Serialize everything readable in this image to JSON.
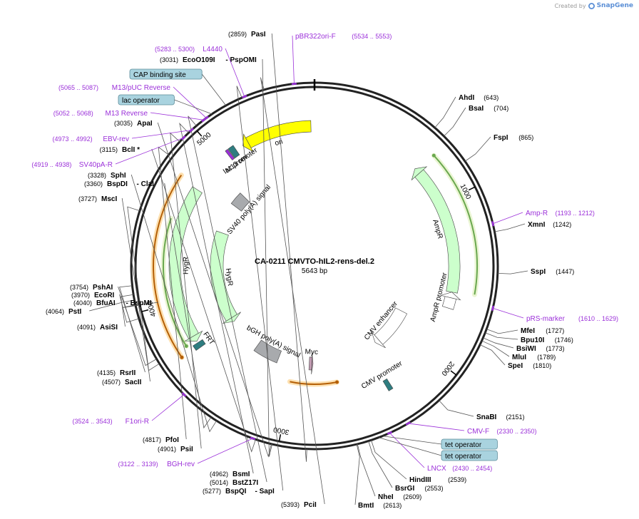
{
  "credit": {
    "text": "Created by",
    "brand": "SnapGene"
  },
  "plasmid": {
    "name": "CA-0211 CMVTO-hIL2-rens-del.2",
    "length_label": "5643 bp",
    "length": 5643
  },
  "ticks": [
    {
      "pos": 1000,
      "label": "1000"
    },
    {
      "pos": 2000,
      "label": "2000"
    },
    {
      "pos": 3000,
      "label": "3000"
    },
    {
      "pos": 4000,
      "label": "4000"
    },
    {
      "pos": 5000,
      "label": "5000"
    }
  ],
  "enzymes_right": [
    {
      "name": "AhdI",
      "pos": "(643)",
      "bp": 643
    },
    {
      "name": "BsaI",
      "pos": "(704)",
      "bp": 704
    },
    {
      "name": "FspI",
      "pos": "(865)",
      "bp": 865
    },
    {
      "name": "XmnI",
      "pos": "(1242)",
      "bp": 1242
    },
    {
      "name": "SspI",
      "pos": "(1447)",
      "bp": 1447
    },
    {
      "name": "MfeI",
      "pos": "(1727)",
      "bp": 1727
    },
    {
      "name": "Bpu10I",
      "pos": "(1746)",
      "bp": 1746
    },
    {
      "name": "BsiWI",
      "pos": "(1773)",
      "bp": 1773
    },
    {
      "name": "MluI",
      "pos": "(1789)",
      "bp": 1789
    },
    {
      "name": "SpeI",
      "pos": "(1810)",
      "bp": 1810
    },
    {
      "name": "SnaBI",
      "pos": "(2151)",
      "bp": 2151
    },
    {
      "name": "HindIII",
      "pos": "(2539)",
      "bp": 2539
    },
    {
      "name": "BsrGI",
      "pos": "(2553)",
      "bp": 2553
    },
    {
      "name": "NheI",
      "pos": "(2609)",
      "bp": 2609
    },
    {
      "name": "BmtI",
      "pos": "(2613)",
      "bp": 2613
    }
  ],
  "enzymes_left": [
    {
      "name": "PasI",
      "pos": "(2859)",
      "bp": 2859
    },
    {
      "name": "EcoO109I",
      "extra": "- PspOMI",
      "pos": "(3031)",
      "bp": 3031
    },
    {
      "name": "ApaI",
      "pos": "(3035)",
      "bp": 3035
    },
    {
      "name": "BclI *",
      "pos": "(3115)",
      "bp": 3115
    },
    {
      "name": "SphI",
      "pos": "(3328)",
      "bp": 3328
    },
    {
      "name": "BspDI",
      "extra": "- ClaI",
      "pos": "(3360)",
      "bp": 3360
    },
    {
      "name": "MscI",
      "pos": "(3727)",
      "bp": 3727
    },
    {
      "name": "PshAI",
      "pos": "(3754)",
      "bp": 3754
    },
    {
      "name": "EcoRI",
      "pos": "(3970)",
      "bp": 3970
    },
    {
      "name": "BfuAI",
      "extra": "- BspMI",
      "pos": "(4040)",
      "bp": 4040
    },
    {
      "name": "PstI",
      "pos": "(4064)",
      "bp": 4064
    },
    {
      "name": "AsiSI",
      "pos": "(4091)",
      "bp": 4091
    },
    {
      "name": "RsrII",
      "pos": "(4135)",
      "bp": 4135
    },
    {
      "name": "SacII",
      "pos": "(4507)",
      "bp": 4507
    },
    {
      "name": "PfoI",
      "pos": "(4817)",
      "bp": 4817
    },
    {
      "name": "PsiI",
      "pos": "(4901)",
      "bp": 4901
    },
    {
      "name": "BsmI",
      "pos": "(4962)",
      "bp": 4962
    },
    {
      "name": "BstZ17I",
      "pos": "(5014)",
      "bp": 5014
    },
    {
      "name": "BspQI",
      "extra": "- SapI",
      "pos": "(5277)",
      "bp": 5277
    },
    {
      "name": "PciI",
      "pos": "(5393)",
      "bp": 5393
    }
  ],
  "primers": [
    {
      "name": "Amp-R",
      "range": "(1193 .. 1212)",
      "bp": 1202,
      "side": "right"
    },
    {
      "name": "pRS-marker",
      "range": "(1610 .. 1629)",
      "bp": 1620,
      "side": "right"
    },
    {
      "name": "CMV-F",
      "range": "(2330 .. 2350)",
      "bp": 2340,
      "side": "right"
    },
    {
      "name": "LNCX",
      "range": "(2430 .. 2454)",
      "bp": 2442,
      "side": "right"
    },
    {
      "name": "BGH-rev",
      "range": "(3122 .. 3139)",
      "bp": 3130,
      "side": "left"
    },
    {
      "name": "F1ori-R",
      "range": "(3524 .. 3543)",
      "bp": 3533,
      "side": "left"
    },
    {
      "name": "SV40pA-R",
      "range": "(4919 .. 4938)",
      "bp": 4928,
      "side": "left"
    },
    {
      "name": "EBV-rev",
      "range": "(4973 .. 4992)",
      "bp": 4982,
      "side": "left"
    },
    {
      "name": "M13 Reverse",
      "range": "(5052 .. 5068)",
      "bp": 5060,
      "side": "left"
    },
    {
      "name": "M13/pUC Reverse",
      "range": "(5065 .. 5087)",
      "bp": 5076,
      "side": "left"
    },
    {
      "name": "L4440",
      "range": "(5283 .. 5300)",
      "bp": 5291,
      "side": "left"
    },
    {
      "name": "pBR322ori-F",
      "range": "(5534 .. 5553)",
      "bp": 5543,
      "side": "top"
    }
  ],
  "boxed_labels": [
    {
      "name": "tet operator",
      "bp": 2480
    },
    {
      "name": "tet operator",
      "bp": 2500
    },
    {
      "name": "CAP binding site",
      "bp": 5190
    },
    {
      "name": "lac operator",
      "bp": 5110
    }
  ],
  "features": [
    {
      "name": "ori",
      "type": "arrow",
      "start": 5160,
      "end": 5620,
      "strand": -1,
      "color": "#ffff00",
      "track": 2
    },
    {
      "name": "AmpR",
      "type": "arrow",
      "start": 720,
      "end": 1580,
      "strand": -1,
      "color": "#ccffcc",
      "track": 2
    },
    {
      "name": "AmpR promoter",
      "type": "arrow",
      "start": 1580,
      "end": 1685,
      "strand": -1,
      "color": "#ffffff",
      "track": 2
    },
    {
      "name": "CMV enhancer",
      "type": "arrow",
      "start": 1840,
      "end": 2220,
      "strand": 1,
      "color": "#ffffff",
      "track": 3
    },
    {
      "name": "CMV promoter",
      "type": "box",
      "start": 2310,
      "end": 2340,
      "color": "#2e7d80",
      "track": 2
    },
    {
      "name": "Myc",
      "type": "arrow",
      "start": 2835,
      "end": 2870,
      "strand": -1,
      "color": "#c8a0b8",
      "track": 3
    },
    {
      "name": "bGH poly(A) signal",
      "type": "box",
      "start": 3155,
      "end": 3380,
      "color": "#a8aaad",
      "track": 3
    },
    {
      "name": "FRT",
      "type": "box",
      "start": 3675,
      "end": 3710,
      "color": "#2e7d80",
      "track": 2
    },
    {
      "name": "HygR",
      "type": "arrow",
      "start": 3720,
      "end": 4750,
      "strand": -1,
      "color": "#ccffcc",
      "track": 2
    },
    {
      "name": "HygR",
      "type": "arrow",
      "start": 3690,
      "end": 4540,
      "strand": -1,
      "color": "#ccffcc",
      "track": 3
    },
    {
      "name": "SV40 poly(A) signal",
      "type": "box",
      "start": 4810,
      "end": 4930,
      "color": "#a8aaad",
      "track": 3
    },
    {
      "name": "M13 rev",
      "type": "box",
      "start": 5050,
      "end": 5068,
      "color": "#9b30d9",
      "track": 2
    },
    {
      "name": "lac promoter",
      "type": "box",
      "start": 5072,
      "end": 5110,
      "color": "#2e7d80",
      "track": 2
    }
  ],
  "orf_arcs": [
    {
      "start": 740,
      "end": 1570,
      "strand": -1,
      "color": "#6aa84f",
      "halo": "#eaf5d3"
    },
    {
      "start": 2650,
      "end": 3010,
      "strand": -1,
      "color": "#b45f06",
      "halo": "#fde0b0"
    },
    {
      "start": 3690,
      "end": 4770,
      "strand": -1,
      "color": "#b45f06",
      "halo": "#fde0b0"
    },
    {
      "start": 3730,
      "end": 4520,
      "strand": -1,
      "color": "#6aa84f",
      "halo": "#eaf5d3"
    }
  ],
  "colors": {
    "backbone": "#222222",
    "primer": "#9b30d9",
    "box_fill": "#a9d3df",
    "box_stroke": "#5b8c99"
  }
}
